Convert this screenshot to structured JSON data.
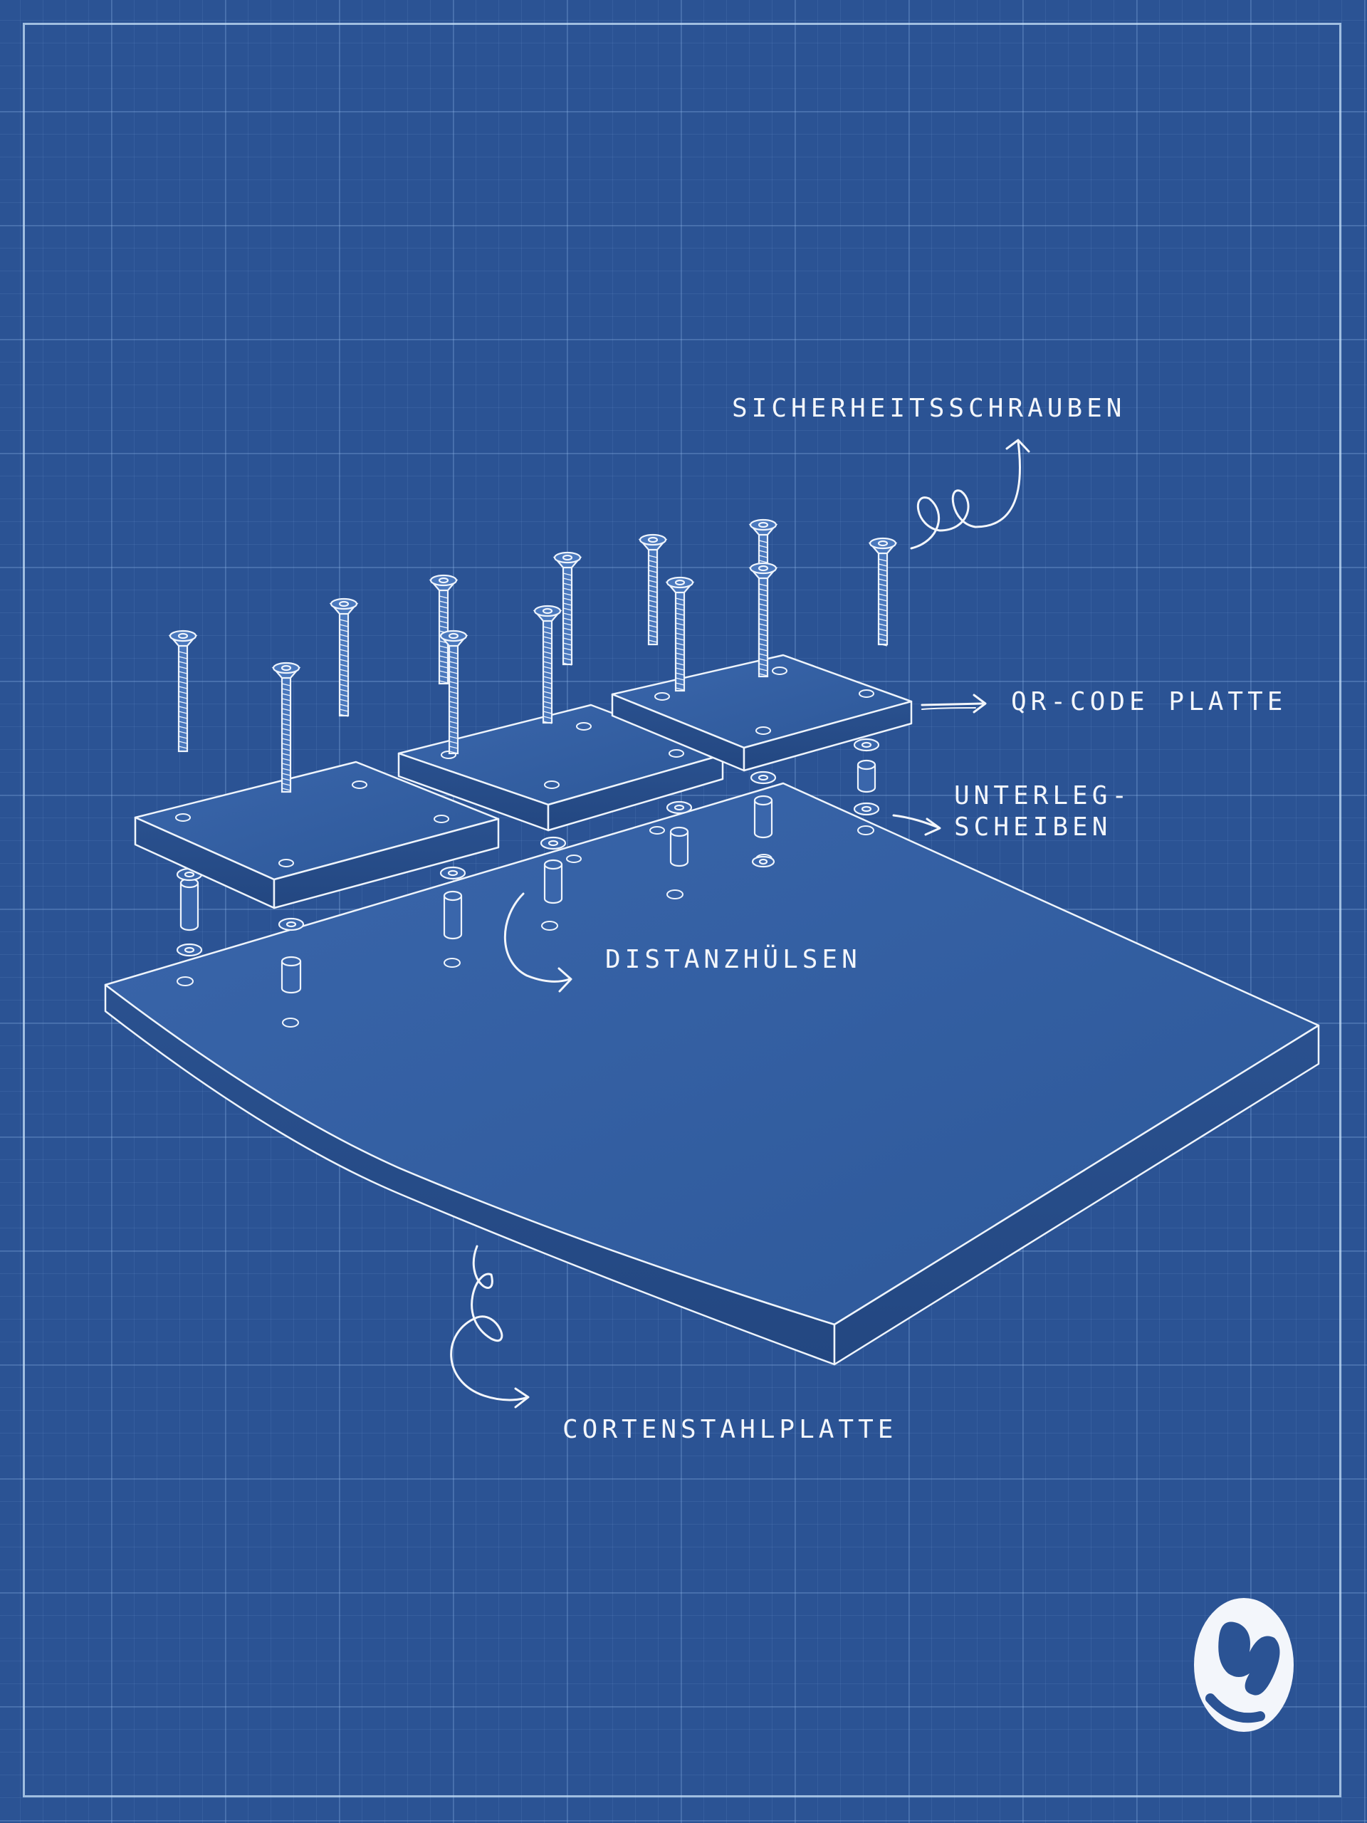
{
  "labels": {
    "screws": "Sicherheitsschrauben",
    "qr_plate": "QR-Code Platte",
    "washers_line1": "Unterleg-",
    "washers_line2": "scheiben",
    "spacers": "Distanzhülsen",
    "base_plate": "Cortenstahlplatte"
  },
  "logo": {
    "icon": "brand-logo-icon"
  },
  "colors": {
    "background": "#2b5394",
    "grid": "#96bef0",
    "line": "#eef4fc",
    "ink": "#f3f6fb"
  }
}
